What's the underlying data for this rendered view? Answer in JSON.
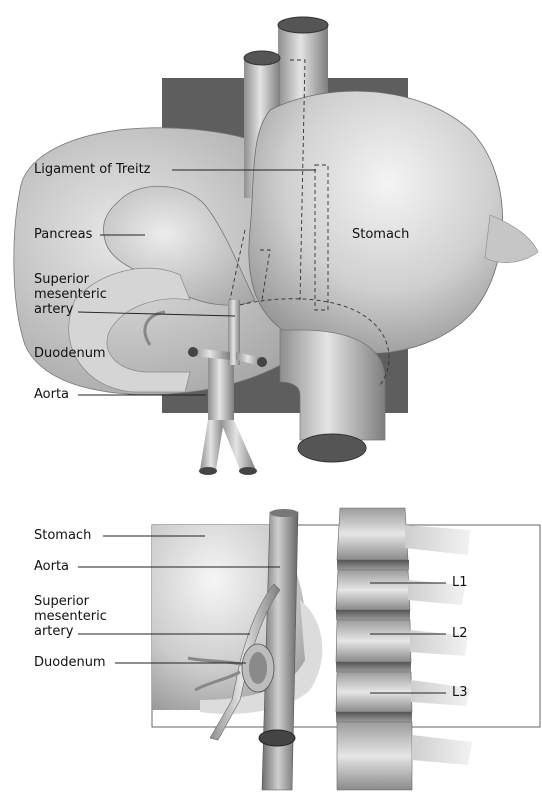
{
  "top_figure": {
    "labels": {
      "ligament_of_treitz": "Ligament of Treitz",
      "pancreas": "Pancreas",
      "stomach": "Stomach",
      "superior_mesenteric_artery": "Superior\nmesenteric\nartery",
      "duodenum": "Duodenum",
      "aorta": "Aorta"
    }
  },
  "bottom_figure": {
    "labels": {
      "stomach": "Stomach",
      "aorta": "Aorta",
      "superior_mesenteric_artery": "Superior\nmesenteric\nartery",
      "duodenum": "Duodenum",
      "l1": "L1",
      "l2": "L2",
      "l3": "L3"
    }
  }
}
